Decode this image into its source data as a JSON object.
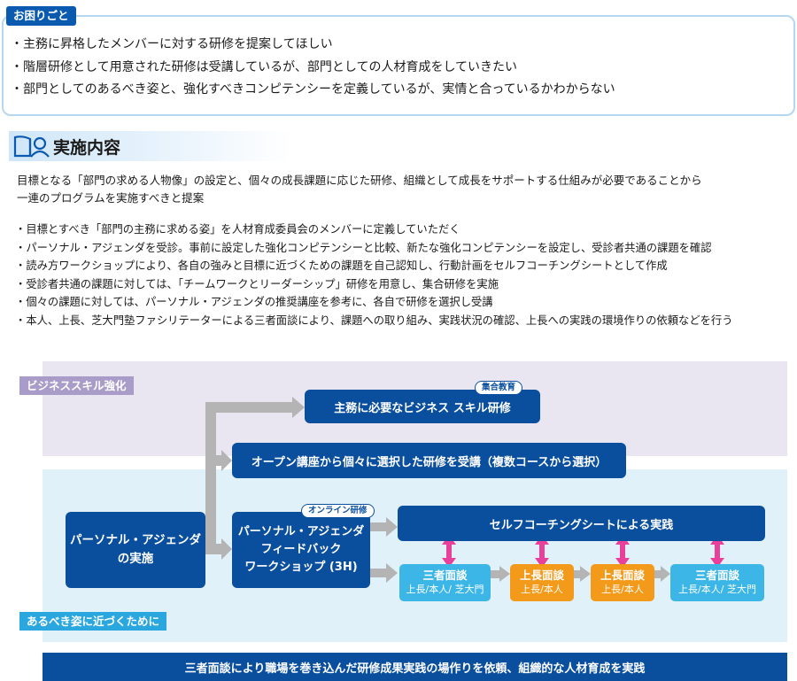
{
  "problems": {
    "label": "お困りごと",
    "items": [
      "主務に昇格したメンバーに対する研修を提案してほしい",
      "階層研修として用意された研修は受講しているが、部門としての人材育成をしていきたい",
      "部門としてのあるべき姿と、強化すべきコンピテンシーを定義しているが、実情と合っているかわからない"
    ]
  },
  "implementation": {
    "title": "実施内容",
    "summary_line1": "目標となる「部門の求める人物像」の設定と、個々の成長課題に応じた研修、組織として成長をサポートする仕組みが必要であることから",
    "summary_line2": "一連のプログラムを実施すべきと提案",
    "actions": [
      "目標とすべき「部門の主務に求める姿」を人材育成委員会のメンバーに定義していただく",
      "パーソナル・アジェンダを受診。事前に設定した強化コンピテンシーと比較、新たな強化コンピテンシーを設定し、受診者共通の課題を確認",
      "読み方ワークショップにより、各自の強みと目標に近づくための課題を自己認知し、行動計画をセルフコーチングシートとして作成",
      "受診者共通の課題に対しては、「チームワークとリーダーシップ」研修を用意し、集合研修を実施",
      "個々の課題に対しては、パーソナル・アジェンダの推奨講座を参考に、各自で研修を選択し受講",
      "本人、上長、芝大門塾ファシリテーターによる三者面談により、課題への取り組み、実践状況の確認、上長への実践の環境作りの依頼などを行う"
    ]
  },
  "diagram": {
    "label_business": "ビジネススキル強化",
    "label_ideal": "あるべき姿に近づくために",
    "biz_training": "主務に必要なビジネス スキル研修",
    "tag_group": "集合教育",
    "open_course": "オープン講座から個々に選択した研修を受講（複数コースから選択）",
    "pa_line1": "パーソナル・アジェンダ",
    "pa_line2": "の実施",
    "tag_online": "オンライン研修",
    "fb_line1": "パーソナル・アジェンダ",
    "fb_line2": "フィードバック",
    "fb_line3": "ワークショップ (3H)",
    "self_coaching": "セルフコーチングシートによる実践",
    "meetings": [
      {
        "title": "三者面談",
        "sub": "上長/本人/ 芝大門"
      },
      {
        "title": "上長面談",
        "sub": "上長/本人"
      },
      {
        "title": "上長面談",
        "sub": "上長/本人"
      },
      {
        "title": "三者面談",
        "sub": "上長/本人/ 芝大門"
      }
    ],
    "footer": "三者面談により職場を巻き込んだ研修成果実践の場作りを依頼、組織的な人材育成を実践"
  },
  "colors": {
    "dark_blue": "#0a4f9e",
    "cyan": "#3cb6e6",
    "orange": "#f39a1b",
    "magenta": "#e8409b",
    "purple_band": "#e9e6f1",
    "blue_band": "#e1f1fa",
    "arrow_gray": "#b4b4b4"
  },
  "icons": [
    "book-person-icon"
  ]
}
